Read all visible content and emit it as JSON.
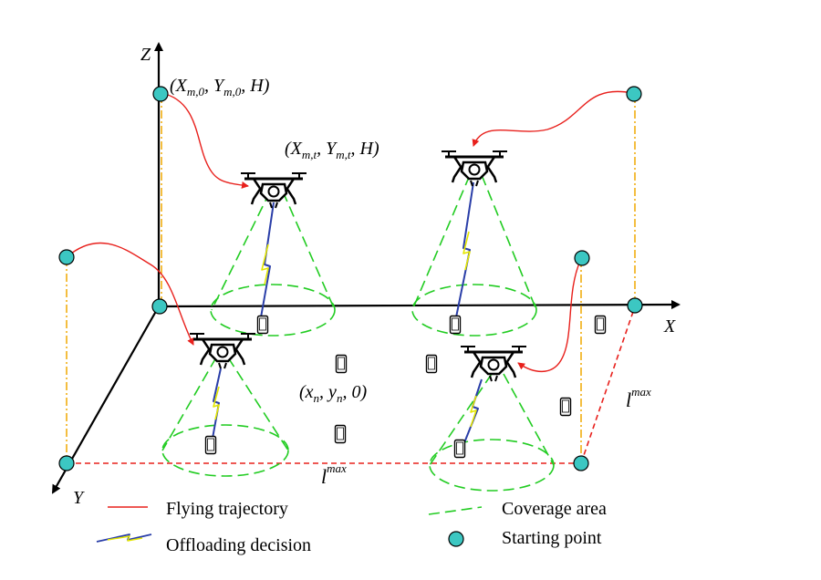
{
  "axes": {
    "x": "X",
    "y": "Y",
    "z": "Z"
  },
  "labels": {
    "start_coord": {
      "a": "(X",
      "a_sub": "m,0",
      "b": ", Y",
      "b_sub": "m,0",
      "c": ", H)"
    },
    "uav_coord": {
      "a": "(X",
      "a_sub": "m,t",
      "b": ", Y",
      "b_sub": "m,t",
      "c": ", H)"
    },
    "user_coord": {
      "a": "(x",
      "a_sub": "n",
      "b": ", y",
      "b_sub": "n",
      "c": ", 0)"
    },
    "lmax_right": {
      "base": "l",
      "sup": "max"
    },
    "lmax_bottom": {
      "base": "l",
      "sup": "max"
    }
  },
  "legend": {
    "flying_trajectory": "Flying trajectory",
    "offloading_decision": "Offloading decision",
    "coverage_area": "Coverage area",
    "starting_point": "Starting point"
  },
  "colors": {
    "trajectory": "#e8201c",
    "coverage": "#22cc22",
    "point_fill": "#3cc7c2",
    "guide": "#f0a800",
    "link_a": "#2a3ea8",
    "link_b": "#e4e600",
    "ink": "#000000"
  },
  "icons": [
    "drone-icon",
    "phone-icon",
    "lightning-icon",
    "starting-point-icon"
  ]
}
